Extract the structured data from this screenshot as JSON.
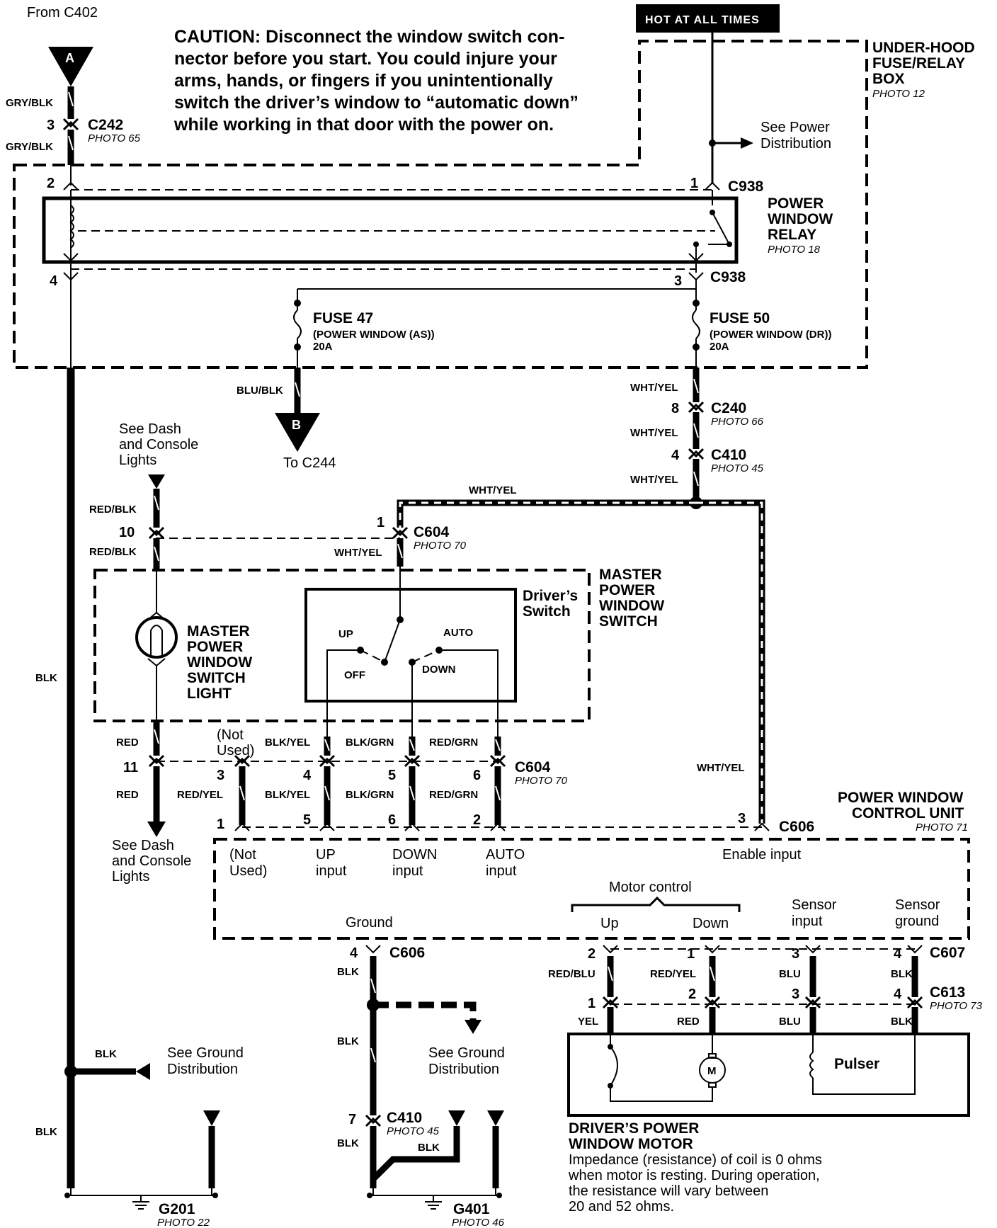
{
  "header": {
    "from_connector": "From C402",
    "hot_banner": "HOT AT ALL TIMES",
    "caution_lines": [
      "CAUTION: Disconnect the window switch con-",
      "nector before you start. You could injure your",
      "arms, hands, or fingers if you unintentionally",
      "switch the driver’s window to “automatic down”",
      "while working in that door with the power on."
    ]
  },
  "fuse_box": {
    "title_lines": [
      "UNDER-HOOD",
      "FUSE/RELAY",
      "BOX"
    ],
    "photo": "PHOTO 12",
    "see_power": [
      "See Power",
      "Distribution"
    ]
  },
  "relay": {
    "title_lines": [
      "POWER",
      "WINDOW",
      "RELAY"
    ],
    "photo": "PHOTO 18",
    "connector": "C938",
    "pins": {
      "p1": "1",
      "p2": "2",
      "p3": "3",
      "p4": "4"
    }
  },
  "fuses": {
    "f47": {
      "name": "FUSE 47",
      "desc": "(POWER WINDOW (AS))",
      "rating": "20A"
    },
    "f50": {
      "name": "FUSE 50",
      "desc": "(POWER WINDOW (DR))",
      "rating": "20A"
    }
  },
  "offpage": {
    "a": "A",
    "b": "B",
    "b_dest": "To C244"
  },
  "wires": {
    "gry_blk": "GRY/BLK",
    "blu_blk": "BLU/BLK",
    "wht_yel": "WHT/YEL",
    "red_blk": "RED/BLK",
    "blk": "BLK",
    "red": "RED",
    "red_yel": "RED/YEL",
    "blk_yel": "BLK/YEL",
    "blk_grn": "BLK/GRN",
    "red_grn": "RED/GRN",
    "red_blu": "RED/BLU",
    "yel": "YEL",
    "blu": "BLU"
  },
  "connectors": {
    "c242": {
      "name": "C242",
      "photo": "PHOTO 65",
      "pin": "3"
    },
    "c240": {
      "name": "C240",
      "photo": "PHOTO 66",
      "pin": "8"
    },
    "c410_top": {
      "name": "C410",
      "photo": "PHOTO 45",
      "pin": "4"
    },
    "c604": {
      "name": "C604",
      "photo": "PHOTO 70"
    },
    "c606": "C606",
    "c607": "C607",
    "c613": {
      "name": "C613",
      "photo": "PHOTO 73"
    },
    "c410_bottom": {
      "name": "C410",
      "photo": "PHOTO 45",
      "pin": "7"
    }
  },
  "dash_lights": {
    "top": [
      "See Dash",
      "and Console",
      "Lights"
    ],
    "bottom": [
      "See Dash",
      "and Console",
      "Lights"
    ]
  },
  "master_switch": {
    "title_lines": [
      "MASTER",
      "POWER",
      "WINDOW",
      "SWITCH"
    ],
    "light_lines": [
      "MASTER",
      "POWER",
      "WINDOW",
      "SWITCH",
      "LIGHT"
    ],
    "drivers_switch": [
      "Driver’s",
      "Switch"
    ],
    "positions": {
      "up": "UP",
      "auto": "AUTO",
      "off": "OFF",
      "down": "DOWN"
    },
    "not_used": [
      "(Not",
      "Used)"
    ]
  },
  "pins": {
    "c604": [
      "1",
      "10",
      "11",
      "3",
      "4",
      "5",
      "6"
    ],
    "c606_top": [
      "1",
      "5",
      "6",
      "2",
      "3"
    ],
    "c606_bottom": "4",
    "c607": [
      "2",
      "1",
      "3",
      "4"
    ],
    "c613": [
      "1",
      "2",
      "3",
      "4"
    ]
  },
  "control_unit": {
    "title_lines": [
      "POWER WINDOW",
      "CONTROL UNIT"
    ],
    "photo": "PHOTO 71",
    "inputs": {
      "not_used": [
        "(Not",
        "Used)"
      ],
      "up": [
        "UP",
        "input"
      ],
      "down": [
        "DOWN",
        "input"
      ],
      "auto": [
        "AUTO",
        "input"
      ],
      "enable": "Enable input",
      "motor_control": "Motor control",
      "up_lower": "Up",
      "down_lower": "Down",
      "sensor_input": [
        "Sensor",
        "input"
      ],
      "sensor_ground": [
        "Sensor",
        "ground"
      ],
      "ground": "Ground"
    }
  },
  "motor": {
    "title_lines": [
      "DRIVER’S POWER",
      "WINDOW MOTOR"
    ],
    "note_lines": [
      "Impedance (resistance) of coil is 0 ohms",
      "when motor is resting. During operation,",
      "the resistance will vary between",
      "20 and 52 ohms."
    ],
    "pulser": "Pulser",
    "motor_symbol": "M"
  },
  "grounds": {
    "see_ground_left": [
      "See Ground",
      "Distribution"
    ],
    "see_ground_mid": [
      "See Ground",
      "Distribution"
    ],
    "g201": {
      "name": "G201",
      "photo": "PHOTO 22"
    },
    "g401": {
      "name": "G401",
      "photo": "PHOTO 46"
    }
  }
}
